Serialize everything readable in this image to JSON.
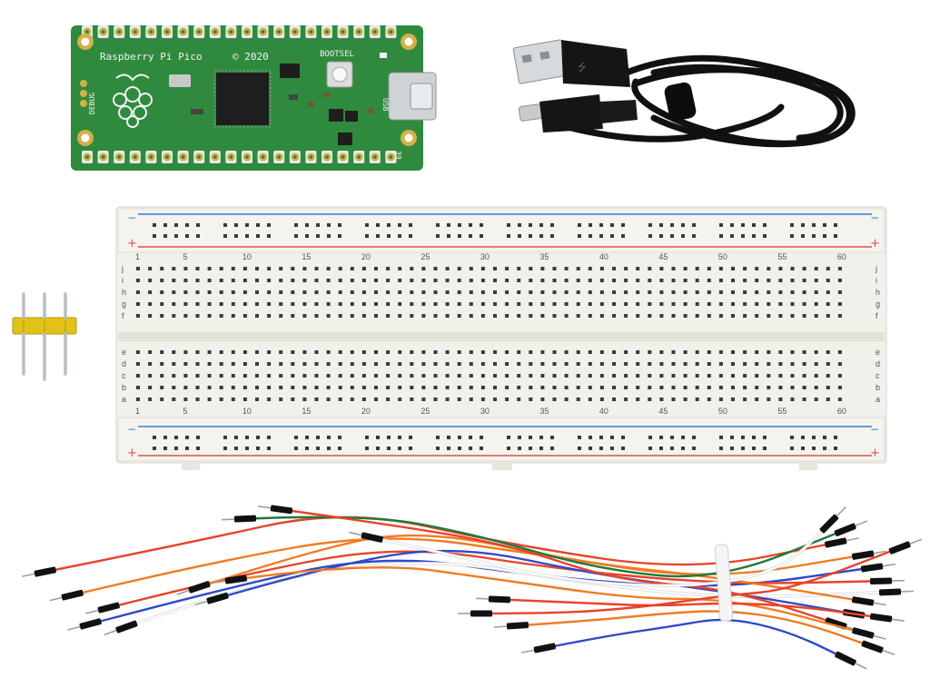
{
  "board": {
    "name": "Raspberry Pi Pico",
    "year": "© 2020",
    "button_label": "BOOTSEL",
    "debug_label": "DEBUG",
    "usb_label": "USB",
    "pin_label": "39"
  },
  "breadboard": {
    "column_numbers": [
      "1",
      "5",
      "10",
      "15",
      "20",
      "25",
      "30",
      "35",
      "40",
      "45",
      "50",
      "55",
      "60"
    ],
    "rows_top": [
      "j",
      "i",
      "h",
      "g",
      "f"
    ],
    "rows_bottom": [
      "e",
      "d",
      "c",
      "b",
      "a"
    ],
    "rail_plus": "+",
    "rail_minus": "−"
  },
  "colors": {
    "pcb": "#2f8a3e",
    "gold": "#d4b04a",
    "breadboard": "#f1f0ea",
    "rail_red": "#d9534f",
    "rail_blue": "#3a7bd5"
  }
}
